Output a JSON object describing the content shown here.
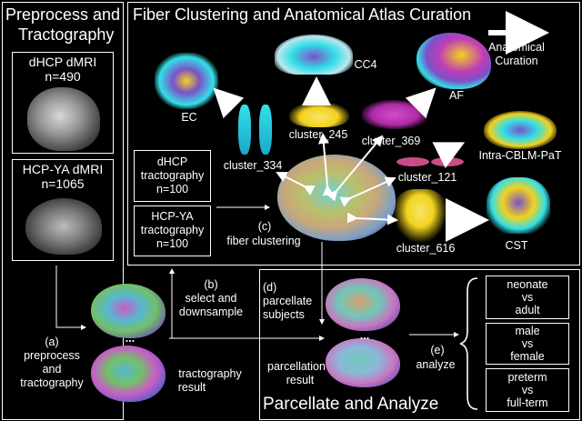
{
  "panels": {
    "preprocess": {
      "title_line1": "Preprocess and",
      "title_line2": "Tractography"
    },
    "clustering": {
      "title": "Fiber Clustering and Anatomical Atlas Curation"
    },
    "parcellate": {
      "title": "Parcellate and Analyze"
    }
  },
  "datasets": {
    "dhcp": {
      "line1": "dHCP dMRI",
      "line2": "n=490"
    },
    "hcp": {
      "line1": "HCP-YA dMRI",
      "line2": "n=1065"
    }
  },
  "tractography_boxes": {
    "dhcp": {
      "line1": "dHCP",
      "line2": "tractography",
      "line3": "n=100"
    },
    "hcp": {
      "line1": "HCP-YA",
      "line2": "tractography",
      "line3": "n=100"
    }
  },
  "steps": {
    "a": {
      "line1": "(a)",
      "line2": "preprocess",
      "line3": "and",
      "line4": "tractography"
    },
    "b": {
      "line1": "(b)",
      "line2": "select and",
      "line3": "downsample"
    },
    "c": {
      "line1": "(c)",
      "line2": "fiber clustering"
    },
    "d": {
      "line1": "(d)",
      "line2": "parcellate",
      "line3": "subjects"
    },
    "e": {
      "line1": "(e)",
      "line2": "analyze"
    }
  },
  "tractography_result": {
    "line1": "tractography",
    "line2": "result"
  },
  "parcellation_result": {
    "line1": "parcellation",
    "line2": "result"
  },
  "ellipsis": "...",
  "clusters": {
    "c334": "cluster_334",
    "c245": "cluster_245",
    "c369": "cluster_369",
    "c121": "cluster_121",
    "c616": "cluster_616"
  },
  "tracts": {
    "ec": "EC",
    "cc4": "CC4",
    "af": "AF",
    "cblm": "Intra-CBLM-PaT",
    "cst": "CST"
  },
  "legend": {
    "line1": "Anatomical",
    "line2": "Curation"
  },
  "comparisons": [
    {
      "line1": "neonate",
      "line2": "vs",
      "line3": "adult"
    },
    {
      "line1": "male",
      "line2": "vs",
      "line3": "female"
    },
    {
      "line1": "preterm",
      "line2": "vs",
      "line3": "full-term"
    }
  ],
  "colors": {
    "background": "#000000",
    "border": "#ffffff",
    "cyan_fibers": "#33e0e8",
    "yellow_fibers": "#f2d21e",
    "magenta_fibers": "#c03cb8",
    "purple_fibers": "#7a52c8"
  }
}
